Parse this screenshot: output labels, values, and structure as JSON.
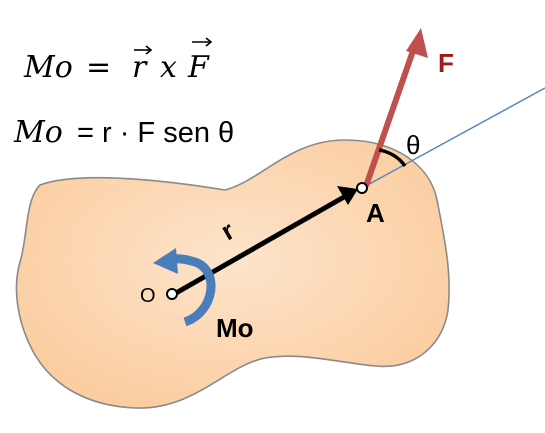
{
  "equations": {
    "cross_product": {
      "lhs": "Mo",
      "equals": "=",
      "r_symbol": "r",
      "operator": "x",
      "f_symbol": "F"
    },
    "scalar": {
      "lhs": "Mo",
      "rhs": "= r · F sen θ"
    }
  },
  "labels": {
    "force": "F",
    "angle": "θ",
    "point_a": "A",
    "position_vector": "r",
    "origin": "O",
    "moment": "Mo"
  },
  "colors": {
    "body_fill": "#FBCB9C",
    "body_fill_light": "#FDE4CB",
    "body_stroke": "#8A8A8A",
    "force": "#C0504D",
    "force_label": "#A01818",
    "moment_arrow": "#4A7EBB",
    "line_of_action": "#4F81BD",
    "vector_r": "#000000"
  }
}
